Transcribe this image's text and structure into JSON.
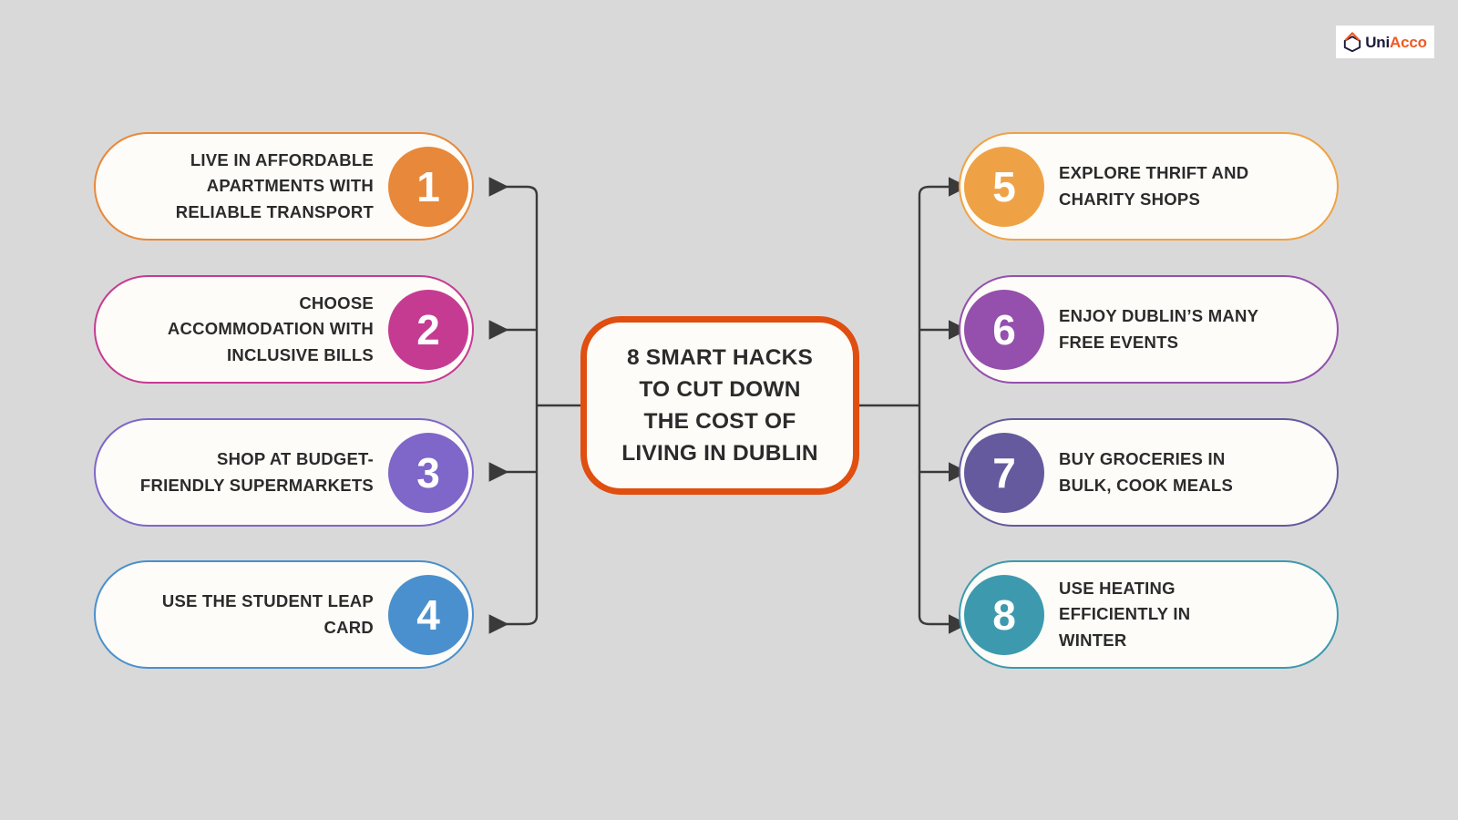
{
  "background_color": "#d9d9d9",
  "logo": {
    "icon": "house-hexagon-icon",
    "text_primary": "Uni",
    "text_secondary": "Acco",
    "color_primary": "#1b1b3a",
    "color_secondary": "#ef5a22"
  },
  "center": {
    "title_lines": [
      "8 SMART HACKS",
      "TO CUT DOWN",
      "THE COST OF",
      "LIVING IN DUBLIN"
    ],
    "title": "8 SMART HACKS TO CUT DOWN THE COST OF LIVING IN DUBLIN",
    "border_color": "#e04e10",
    "fill_color": "#fdfcf8",
    "text_color": "#2b2b2b"
  },
  "left_items": [
    {
      "number": "1",
      "text": "LIVE IN AFFORDABLE APARTMENTS WITH RELIABLE TRANSPORT",
      "lines": [
        "LIVE IN AFFORDABLE",
        "APARTMENTS WITH",
        "RELIABLE TRANSPORT"
      ],
      "color": "#e8883a",
      "border_color": "#e8883a"
    },
    {
      "number": "2",
      "text": "CHOOSE ACCOMMODATION WITH INCLUSIVE BILLS",
      "lines": [
        "CHOOSE",
        "ACCOMMODATION WITH",
        "INCLUSIVE BILLS"
      ],
      "color": "#c63b92",
      "border_color": "#c63b92"
    },
    {
      "number": "3",
      "text": "SHOP AT BUDGET-FRIENDLY SUPERMARKETS",
      "lines": [
        "SHOP AT BUDGET-",
        "FRIENDLY SUPERMARKETS"
      ],
      "color": "#7f66c9",
      "border_color": "#7f66c9"
    },
    {
      "number": "4",
      "text": "USE THE STUDENT LEAP CARD",
      "lines": [
        "USE THE STUDENT LEAP",
        "CARD"
      ],
      "color": "#4a90ce",
      "border_color": "#4a90ce"
    }
  ],
  "right_items": [
    {
      "number": "5",
      "text": "EXPLORE THRIFT AND CHARITY SHOPS",
      "lines": [
        "EXPLORE THRIFT AND",
        "CHARITY SHOPS"
      ],
      "color": "#efa245",
      "border_color": "#efa245"
    },
    {
      "number": "6",
      "text": "ENJOY DUBLIN’S MANY FREE EVENTS",
      "lines": [
        "ENJOY DUBLIN’S MANY",
        "FREE EVENTS"
      ],
      "color": "#9450ac",
      "border_color": "#9450ac"
    },
    {
      "number": "7",
      "text": "BUY GROCERIES IN BULK, COOK MEALS",
      "lines": [
        "BUY GROCERIES IN",
        "BULK, COOK MEALS"
      ],
      "color": "#655a9e",
      "border_color": "#655a9e"
    },
    {
      "number": "8",
      "text": "USE HEATING EFFICIENTLY IN WINTER",
      "lines": [
        "USE HEATING",
        "EFFICIENTLY IN",
        "WINTER"
      ],
      "color": "#3d9aae",
      "border_color": "#3d9aae"
    }
  ],
  "connector_color": "#3a3a3a"
}
